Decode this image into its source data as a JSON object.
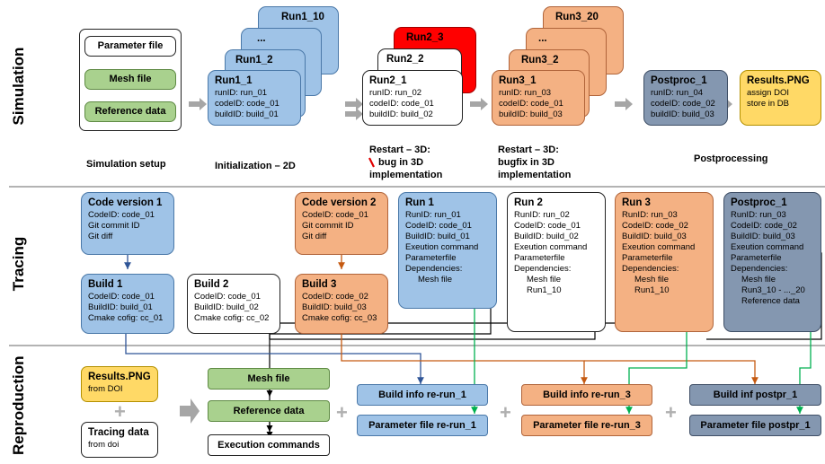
{
  "sections": {
    "simulation": "Simulation",
    "tracing": "Tracing",
    "reproduction": "Reproduction"
  },
  "colors": {
    "blue": "#9fc3e7",
    "orange": "#f4b183",
    "grey": "#8497b0",
    "green": "#a9d18e",
    "yellow": "#ffd966",
    "red": "#ff0000"
  },
  "simulation": {
    "setup": {
      "items": [
        "Parameter file",
        "Mesh file",
        "Reference data"
      ],
      "label": "Simulation setup"
    },
    "init": {
      "stack": [
        "Run1_10",
        "...",
        "Run1_2"
      ],
      "front": {
        "title": "Run1_1",
        "lines": [
          "runID: run_01",
          "codeID: code_01",
          "buildID: build_01"
        ]
      },
      "label": "Initialization – 2D"
    },
    "restart1": {
      "stack": [
        "Run2_3",
        "Run2_2"
      ],
      "front": {
        "title": "Run2_1",
        "lines": [
          "runID: run_02",
          "codeID: code_01",
          "buildID: build_02"
        ]
      },
      "label_lines": [
        "Restart – 3D:",
        "bug in 3D",
        "implementation"
      ]
    },
    "restart2": {
      "stack": [
        "Run3_20",
        "...",
        "Run3_2"
      ],
      "front": {
        "title": "Run3_1",
        "lines": [
          "runID: run_03",
          "codeID: code_01",
          "buildID: build_03"
        ]
      },
      "label_lines": [
        "Restart – 3D:",
        "bugfix in 3D",
        "implementation"
      ]
    },
    "postproc": {
      "front": {
        "title": "Postproc_1",
        "lines": [
          "runID: run_04",
          "codeID: code_02",
          "buildID: build_03"
        ]
      },
      "label": "Postprocessing"
    },
    "results": {
      "title": "Results.PNG",
      "lines": [
        "assign DOI",
        "store in DB"
      ]
    }
  },
  "tracing": {
    "code1": {
      "title": "Code version 1",
      "lines": [
        "CodeID: code_01",
        "Git commit ID",
        "Git diff"
      ]
    },
    "code2": {
      "title": "Code version 2",
      "lines": [
        "CodeID: code_01",
        "Git commit ID",
        "Git diff"
      ]
    },
    "build1": {
      "title": "Build 1",
      "lines": [
        "CodeID: code_01",
        "BuildID: build_01",
        "Cmake cofig: cc_01"
      ]
    },
    "build2": {
      "title": "Build 2",
      "lines": [
        "CodeID: code_01",
        "BuildID: build_02",
        "Cmake cofig: cc_02"
      ]
    },
    "build3": {
      "title": "Build 3",
      "lines": [
        "CodeID: code_02",
        "BuildID: build_03",
        "Cmake cofig: cc_03"
      ]
    },
    "run1": {
      "title": "Run 1",
      "lines": [
        "RunID: run_01",
        "CodeID: code_01",
        "BuildID: build_01",
        "Exeution command",
        "Parameterfile",
        "Dependencies:",
        "   Mesh file"
      ]
    },
    "run2": {
      "title": "Run 2",
      "lines": [
        "RunID: run_02",
        "CodeID: code_01",
        "BuildID: build_02",
        "Exeution command",
        "Parameterfile",
        "Dependencies:",
        "   Mesh file",
        "   Run1_10"
      ]
    },
    "run3": {
      "title": "Run 3",
      "lines": [
        "RunID: run_03",
        "CodeID: code_02",
        "BuildID: build_03",
        "Exeution command",
        "Parameterfile",
        "Dependencies:",
        "   Mesh file",
        "   Run1_10"
      ]
    },
    "postproc": {
      "title": "Postproc_1",
      "lines": [
        "RunID: run_03",
        "CodeID: code_02",
        "BuildID: build_03",
        "Exeution command",
        "Parameterfile",
        "Dependencies:",
        "   Mesh file",
        "   Run3_10 - ..._20",
        "   Reference data"
      ]
    }
  },
  "reproduction": {
    "results": {
      "title": "Results.PNG",
      "sub": "from DOI"
    },
    "tracing_data": {
      "title": "Tracing data",
      "sub": "from doi"
    },
    "mesh": "Mesh file",
    "reference": "Reference data",
    "exec": "Execution commands",
    "build_rerun1": "Build info re-run_1",
    "param_rerun1": "Parameter file re-run_1",
    "build_rerun3": "Build info re-run_3",
    "param_rerun3": "Parameter file re-run_3",
    "build_postpr": "Build inf postpr_1",
    "param_postpr": "Parameter file postpr_1",
    "plus": "+"
  }
}
